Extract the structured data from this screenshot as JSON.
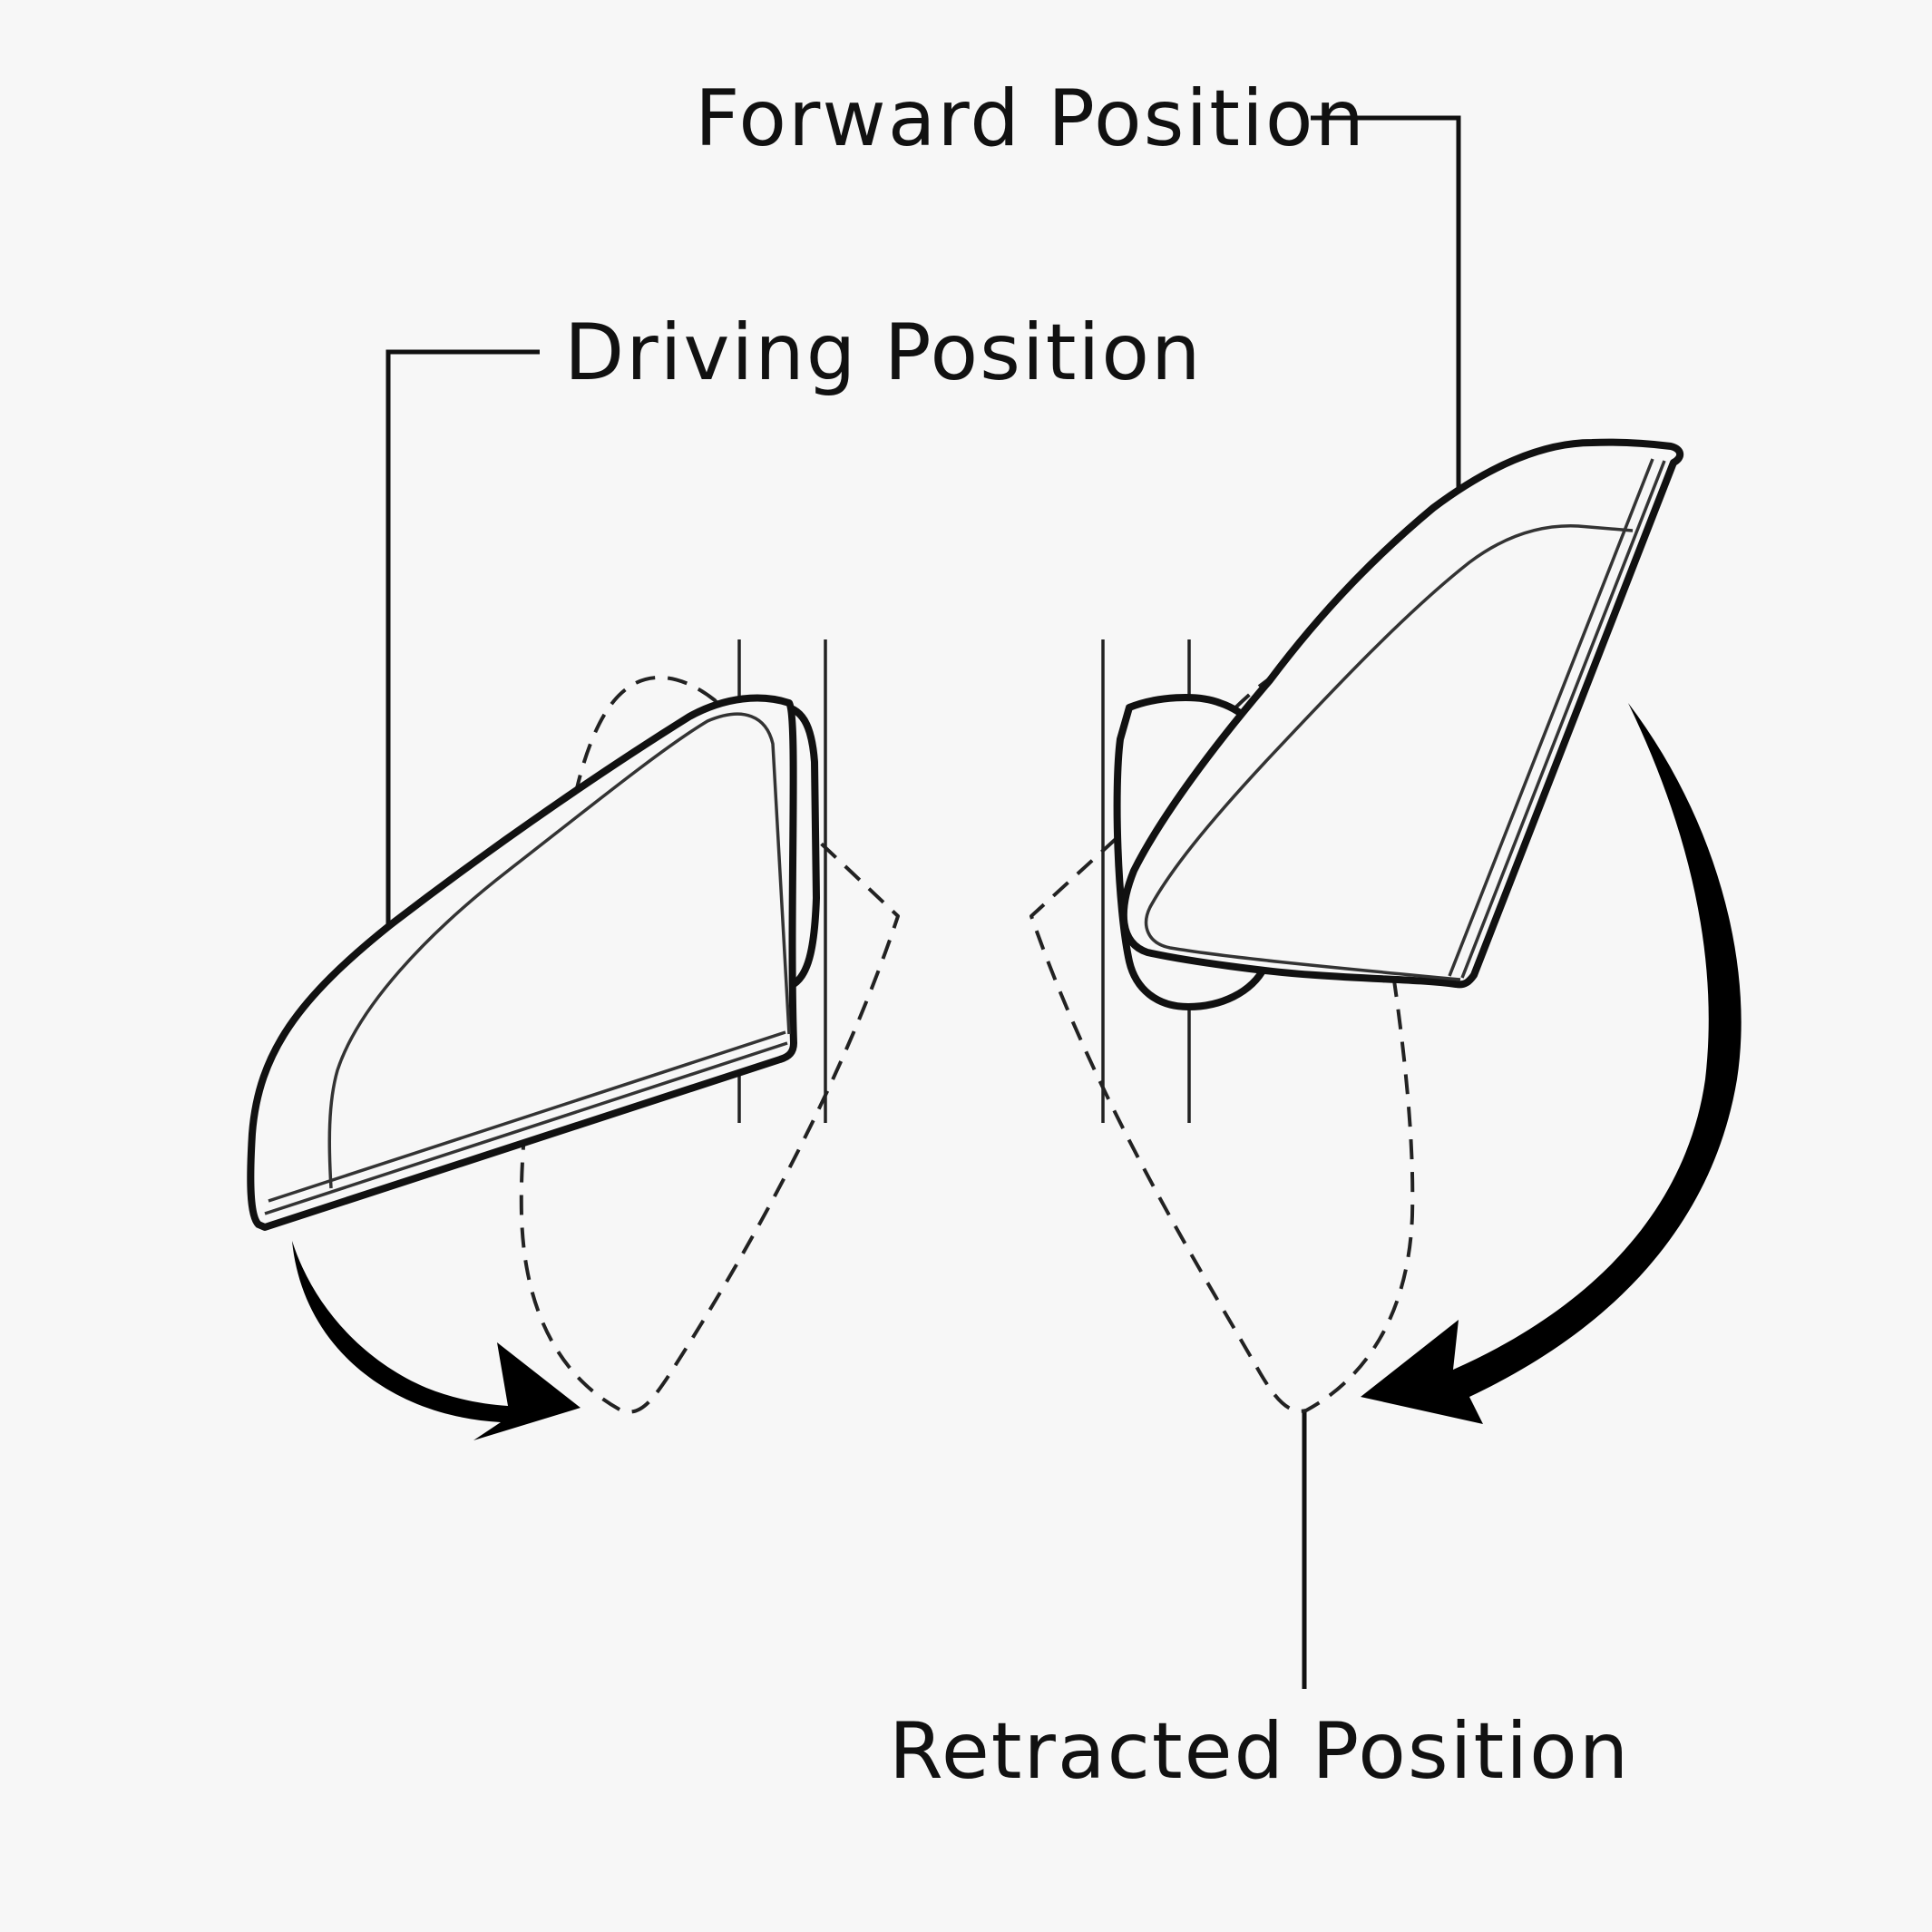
{
  "labels": {
    "forward": "Forward Position",
    "driving": "Driving Position",
    "retracted": "Retracted Position"
  }
}
